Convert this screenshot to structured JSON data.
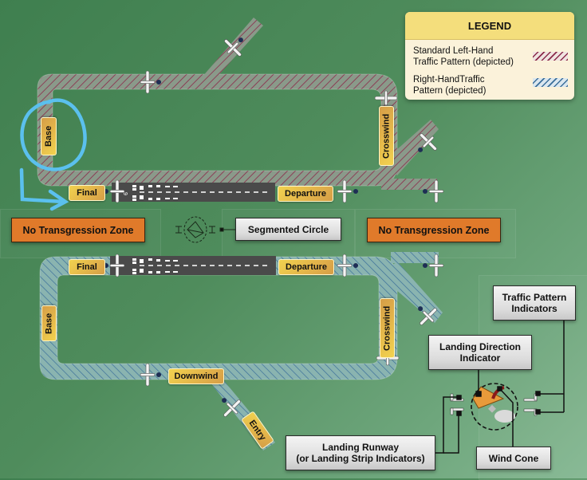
{
  "legend": {
    "title": "LEGEND",
    "items": [
      {
        "label_line1": "Standard Left-Hand",
        "label_line2": "Traffic Pattern (depicted)",
        "swatch_color": "#8b2a4a"
      },
      {
        "label_line1": "Right-HandTraffic",
        "label_line2": "Pattern (depicted)",
        "swatch_color": "#3b6f9a"
      }
    ]
  },
  "top_pattern": {
    "type": "left-hand",
    "legs": {
      "base": "Base",
      "final": "Final",
      "departure": "Departure",
      "crosswind": "Crosswind"
    }
  },
  "bottom_pattern": {
    "type": "right-hand",
    "legs": {
      "final": "Final",
      "departure": "Departure",
      "base": "Base",
      "crosswind": "Crosswind",
      "downwind": "Downwind",
      "entry": "Entry"
    }
  },
  "runway": {
    "number": "9"
  },
  "zones": {
    "left": "No Transgression Zone",
    "right": "No Transgression Zone"
  },
  "callouts": {
    "segmented_circle": "Segmented Circle",
    "traffic_pattern_indicators_line1": "Traffic Pattern",
    "traffic_pattern_indicators_line2": "Indicators",
    "landing_direction_indicator_line1": "Landing Direction",
    "landing_direction_indicator_line2": "Indicator",
    "landing_runway_line1": "Landing Runway",
    "landing_runway_line2": "(or Landing Strip Indicators)",
    "wind_cone": "Wind Cone"
  },
  "annotation": {
    "color": "#5bc0ee",
    "description": "hand-drawn circle around Base with arrow pointing to Final"
  },
  "colors": {
    "left_hand_hatch": "#8b2a4a",
    "right_hand_hatch": "#3b6f9a",
    "zone_orange": "#e07a2a",
    "label_yellow": "#f2d24f",
    "runway": "#4a4a4a"
  }
}
